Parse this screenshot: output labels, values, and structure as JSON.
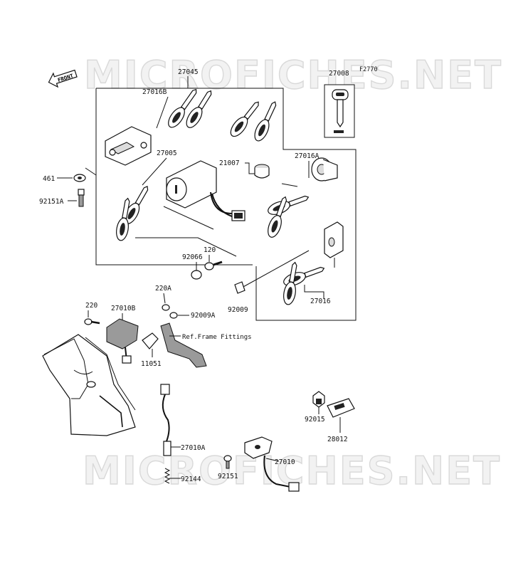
{
  "figure_code": "F2770",
  "watermark": "MICROFICHES.NET",
  "front_arrow_label": "FRONT",
  "ref_note": "Ref.Frame Fittings",
  "part_numbers": {
    "p27045": "27045",
    "p27008": "27008",
    "p27016B": "27016B",
    "p21007": "21007",
    "p27005": "27005",
    "p27016A": "27016A",
    "p461": "461",
    "p92151A": "92151A",
    "p120": "120",
    "p92066": "92066",
    "p92009": "92009",
    "p27016": "27016",
    "p220A": "220A",
    "p220": "220",
    "p27010B": "27010B",
    "p92009A": "92009A",
    "p11051": "11051",
    "p92015": "92015",
    "p28012": "28012",
    "p27010A": "27010A",
    "p92144": "92144",
    "p92151": "92151",
    "p27010": "27010"
  }
}
